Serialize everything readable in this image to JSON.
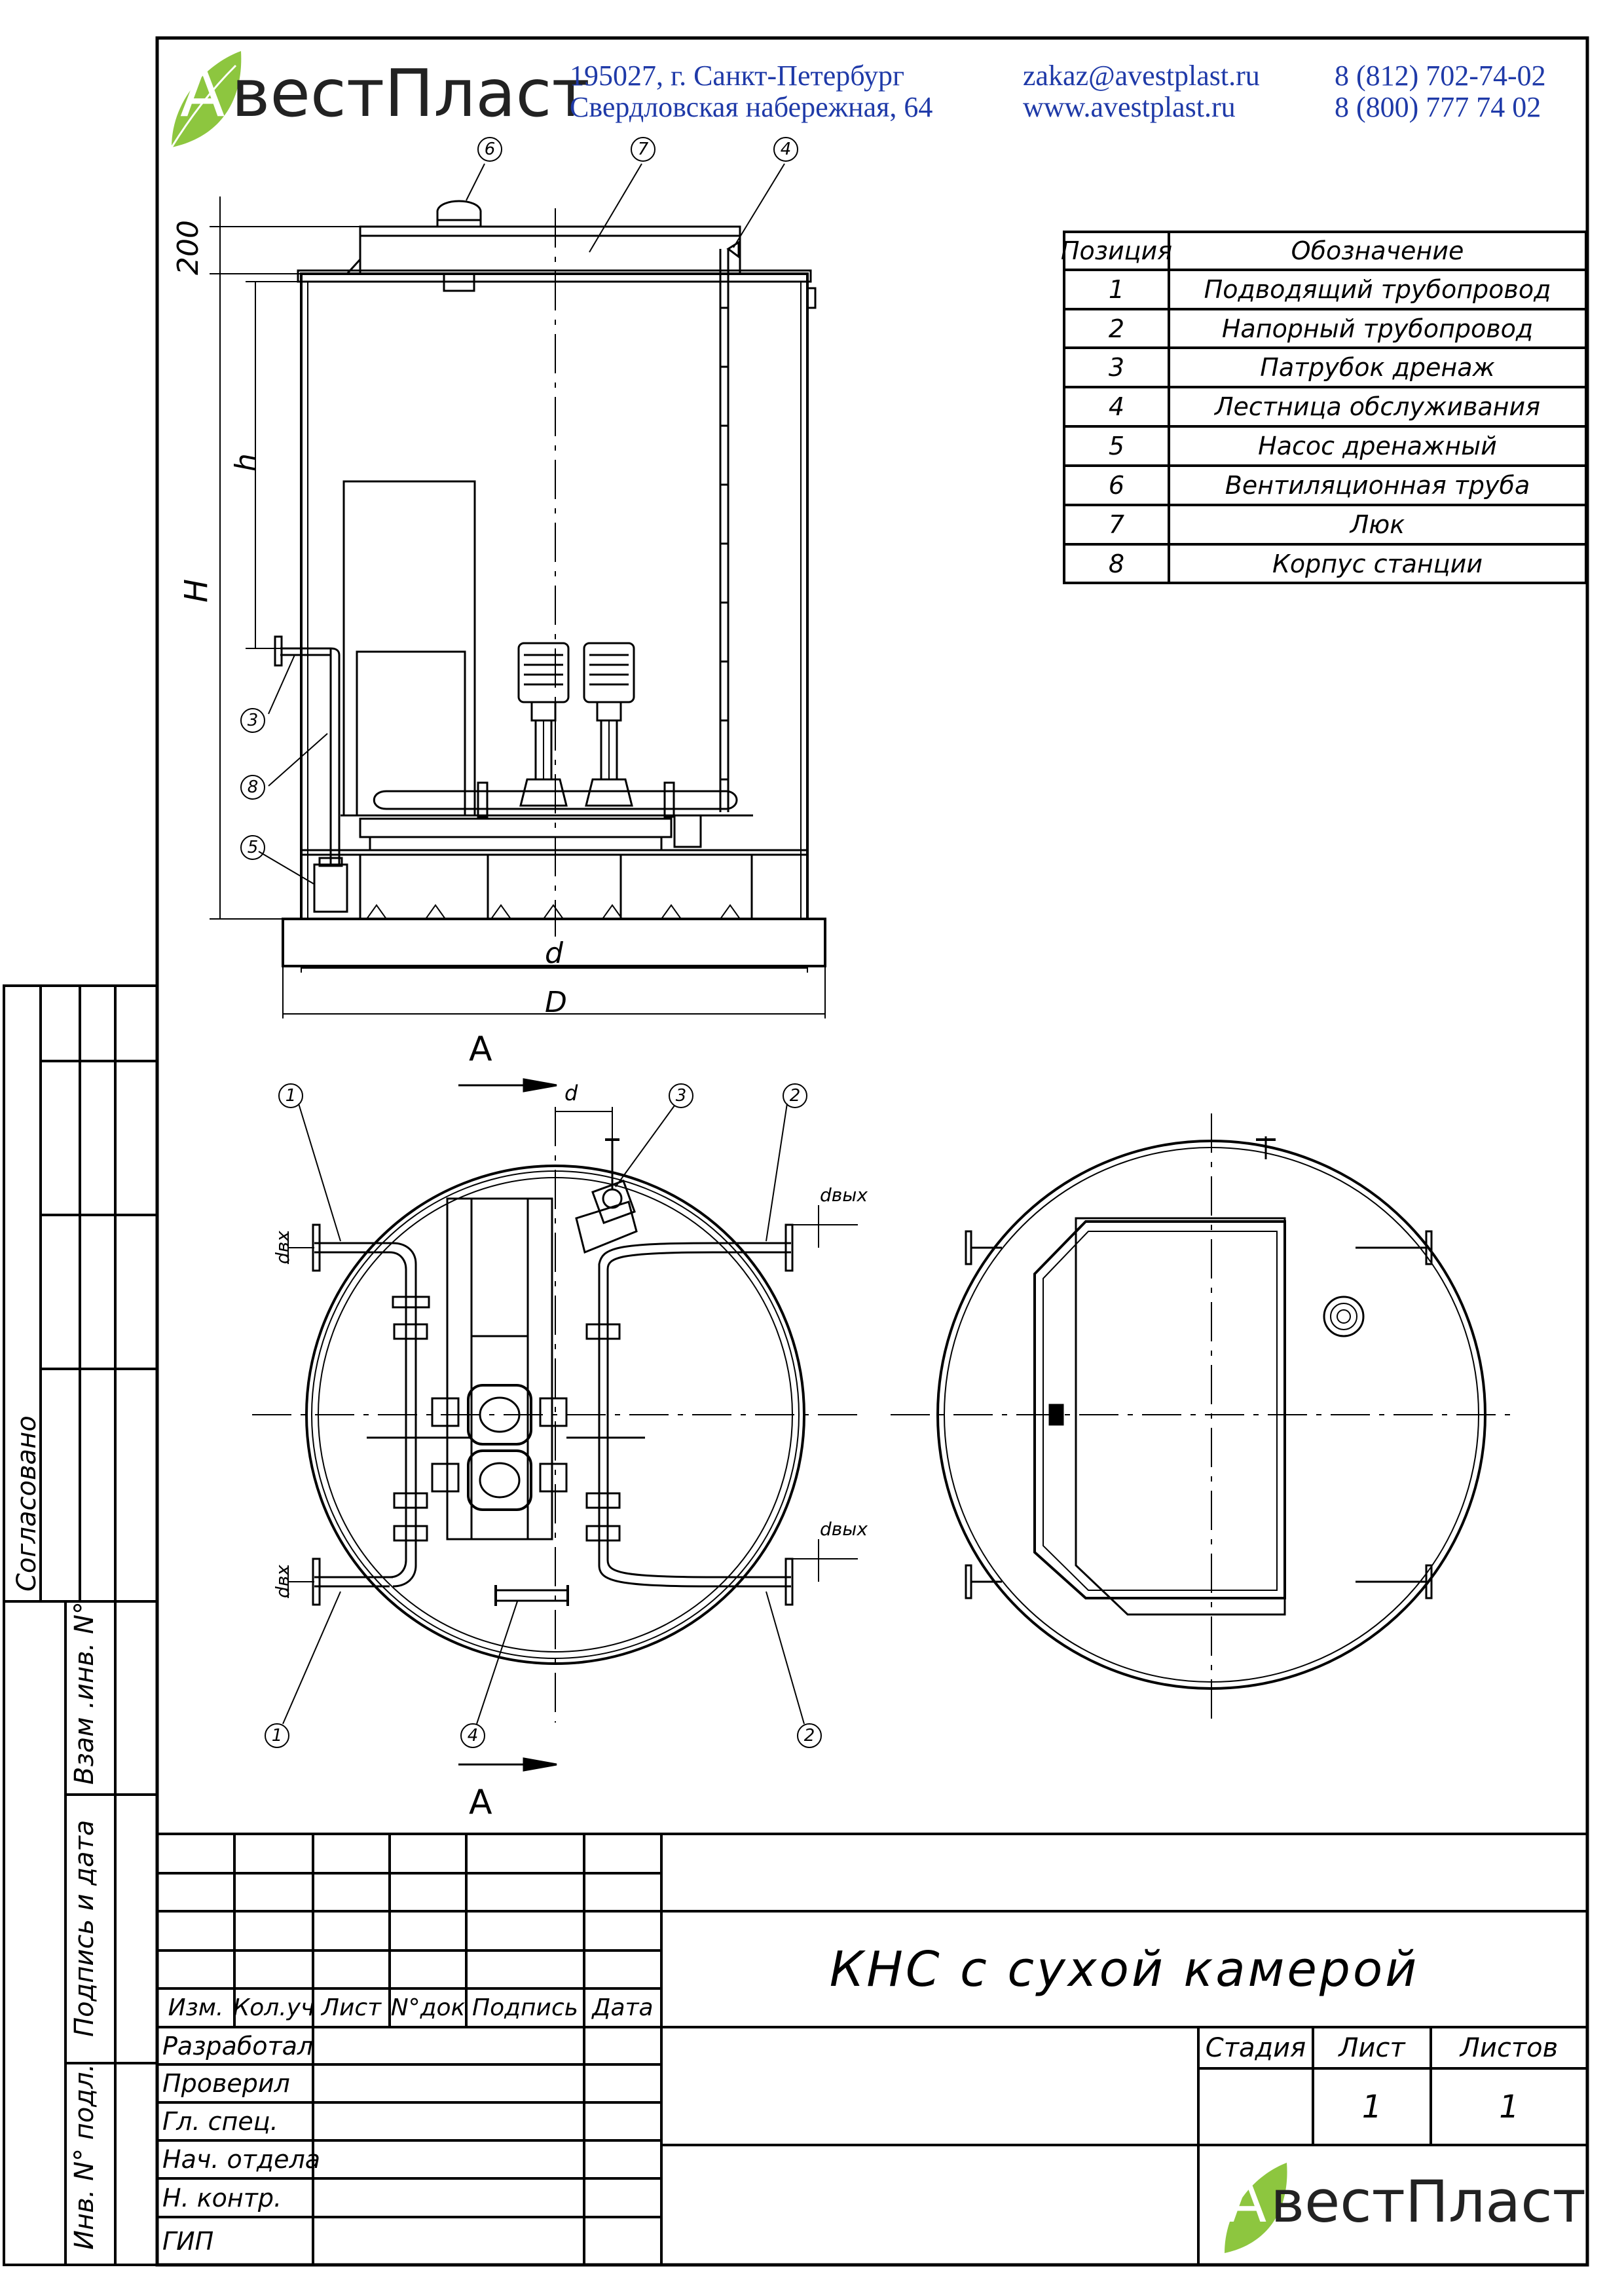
{
  "header": {
    "logo_text": "вестПласт",
    "logo_letter": "А",
    "address_line1": "195027, г. Санкт-Петербург",
    "address_line2": "Свердловская набережная, 64",
    "email": "zakaz@avestplast.ru",
    "website": "www.avestplast.ru",
    "phone1": "8 (812) 702-74-02",
    "phone2": "8 (800) 777 74 02"
  },
  "spec_table": {
    "headers": [
      "Позиция",
      "Обозначение"
    ],
    "rows": [
      {
        "pos": "1",
        "name": "Подводящий трубопровод"
      },
      {
        "pos": "2",
        "name": "Напорный трубопровод"
      },
      {
        "pos": "3",
        "name": "Патрубок дренаж"
      },
      {
        "pos": "4",
        "name": "Лестница обслуживания"
      },
      {
        "pos": "5",
        "name": "Насос дренажный"
      },
      {
        "pos": "6",
        "name": "Вентиляционная труба"
      },
      {
        "pos": "7",
        "name": "Люк"
      },
      {
        "pos": "8",
        "name": "Корпус станции"
      }
    ]
  },
  "dimensions": {
    "top": "200",
    "h": "h",
    "H": "H",
    "d": "d",
    "D": "D",
    "d_plan": "d",
    "d_in": "dвх",
    "d_out": "dвых",
    "section": "А"
  },
  "callouts": {
    "c1": "1",
    "c2": "2",
    "c3": "3",
    "c4": "4",
    "c5": "5",
    "c6": "6",
    "c7": "7",
    "c8": "8"
  },
  "side_stamp": {
    "agreed": "Согласовано",
    "inv_replace": "Взам .инв. N°",
    "sign_date": "Подпись и дата",
    "inv_orig": "Инв. N° подл."
  },
  "title_block": {
    "title": "КНС с сухой камерой",
    "cols": [
      "Изм.",
      "Кол.уч",
      "Лист",
      "N°док",
      "Подпись",
      "Дата"
    ],
    "roles": [
      "Разработал",
      "Проверил",
      "Гл. спец.",
      "Нач. отдела",
      "Н. контр.",
      "ГИП"
    ],
    "stage_label": "Стадия",
    "sheet_label": "Лист",
    "sheets_label": "Листов",
    "sheet_value": "1",
    "sheets_value": "1"
  }
}
